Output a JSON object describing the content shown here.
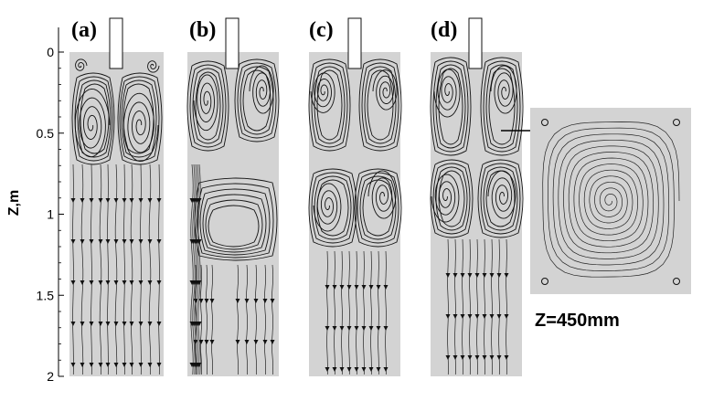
{
  "axis": {
    "title": "Z,m",
    "ticks": [
      "0",
      "0.5",
      "1",
      "1.5",
      "2"
    ],
    "tick_values": [
      0,
      0.5,
      1,
      1.5,
      2
    ]
  },
  "panels": [
    {
      "id": "a",
      "label": "(a)"
    },
    {
      "id": "b",
      "label": "(b)"
    },
    {
      "id": "c",
      "label": "(c)"
    },
    {
      "id": "d",
      "label": "(d)"
    }
  ],
  "cross_section": {
    "label": "Z=450mm",
    "source_panel": "d"
  },
  "colors": {
    "background": "#d3d3d3",
    "streamline": "#111111"
  }
}
